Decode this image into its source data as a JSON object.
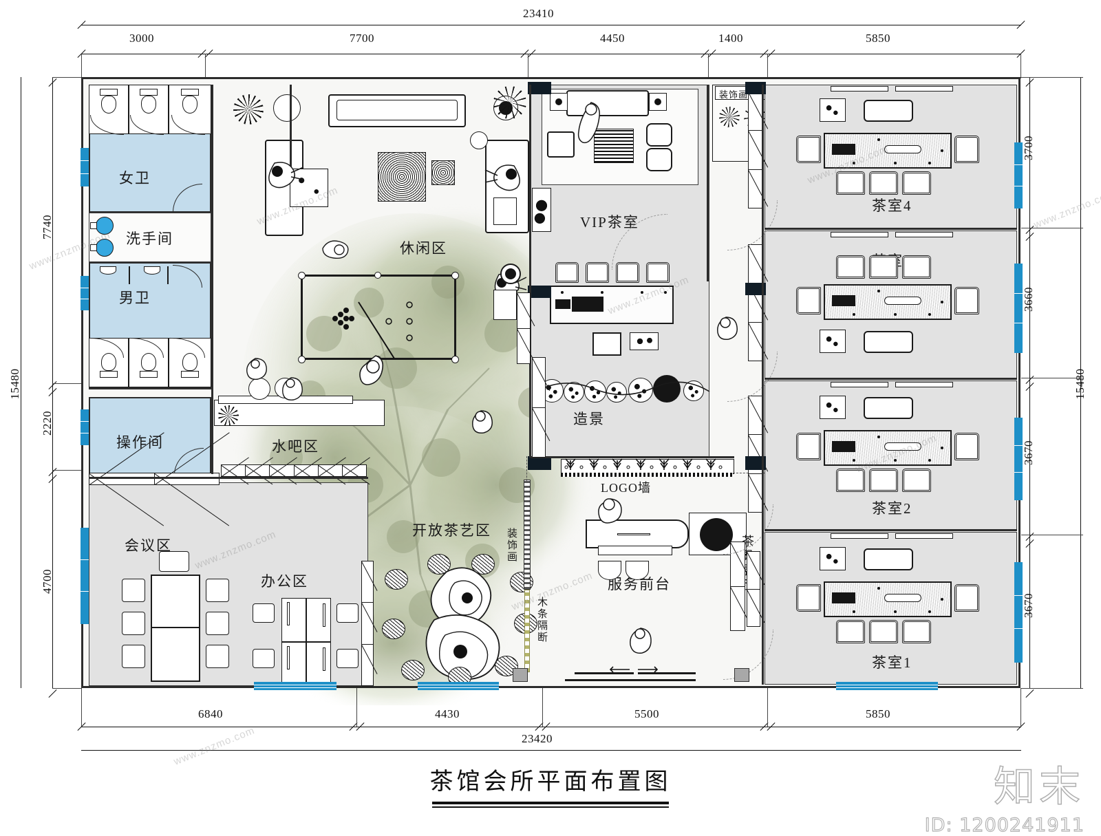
{
  "drawing": {
    "title": "茶馆会所平面布置图",
    "watermark_brand": "知末",
    "watermark_id": "ID: 1200241911",
    "watermark_text": "www.znzmo.com",
    "colors": {
      "wall": "#2c2c2c",
      "column": "#101c26",
      "window_glazing": "#1e90c8",
      "wet_room_fill": "#c3dcec",
      "tea_room_fill": "#e2e2e2",
      "open_floor_fill": "#f7f7f5",
      "canopy_green": "#8a9a6a"
    }
  },
  "dimensions": {
    "top": {
      "overall": "23410",
      "segments": [
        "3000",
        "7700",
        "4450",
        "1400",
        "5850"
      ]
    },
    "bottom": {
      "overall": "23420",
      "segments": [
        "6840",
        "4430",
        "5500",
        "5850"
      ]
    },
    "left": {
      "overall": "15480",
      "segments": [
        "7740",
        "2220",
        "4700"
      ]
    },
    "right": {
      "overall": "15480",
      "segments": [
        "3700",
        "3660",
        "3670",
        "3670"
      ]
    }
  },
  "rooms": [
    {
      "key": "womens_wc",
      "label": "女卫",
      "type": "wet"
    },
    {
      "key": "washroom",
      "label": "洗手间",
      "type": "white"
    },
    {
      "key": "mens_wc",
      "label": "男卫",
      "type": "wet"
    },
    {
      "key": "pantry",
      "label": "操作间",
      "type": "wet"
    },
    {
      "key": "meeting_area",
      "label": "会议区",
      "type": "gray"
    },
    {
      "key": "office_area",
      "label": "办公区",
      "type": "gray"
    },
    {
      "key": "leisure_area",
      "label": "休闲区",
      "type": "open"
    },
    {
      "key": "water_bar",
      "label": "水吧区",
      "type": "open"
    },
    {
      "key": "open_tea_art",
      "label": "开放茶艺区",
      "type": "open"
    },
    {
      "key": "vip_tea_room",
      "label": "VIP茶室",
      "type": "gray"
    },
    {
      "key": "landscaping",
      "label": "造景",
      "type": "feature"
    },
    {
      "key": "logo_wall",
      "label": "LOGO墙",
      "type": "feature"
    },
    {
      "key": "reception",
      "label": "服务前台",
      "type": "feature"
    },
    {
      "key": "tea_room_1",
      "label": "茶室1",
      "type": "gray"
    },
    {
      "key": "tea_room_2",
      "label": "茶室2",
      "type": "gray"
    },
    {
      "key": "tea_room_3",
      "label": "茶室3",
      "type": "gray"
    },
    {
      "key": "tea_room_4",
      "label": "茶室4",
      "type": "gray"
    }
  ],
  "annotations": {
    "decor_painting_top": "装饰画",
    "decor_painting_mid": "装饰画",
    "wood_partition": "木条隔断",
    "teaware_display": "茶具展示"
  },
  "labels": {
    "womens_wc": "女卫",
    "washroom": "洗手间",
    "mens_wc": "男卫",
    "pantry": "操作间",
    "meeting_area": "会议区",
    "office_area": "办公区",
    "leisure_area": "休闲区",
    "water_bar": "水吧区",
    "open_tea_art": "开放茶艺区",
    "vip_tea_room": "VIP茶室",
    "landscaping": "造景",
    "logo_wall": "LOGO墙",
    "reception": "服务前台",
    "tea_room_1": "茶室1",
    "tea_room_2": "茶室2",
    "tea_room_3": "茶室3",
    "tea_room_4": "茶室4"
  },
  "dim_values": {
    "top_overall": "23410",
    "top_1": "3000",
    "top_2": "7700",
    "top_3": "4450",
    "top_4": "1400",
    "top_5": "5850",
    "bot_overall": "23420",
    "bot_1": "6840",
    "bot_2": "4430",
    "bot_3": "5500",
    "bot_4": "5850",
    "left_overall": "15480",
    "left_1": "7740",
    "left_2": "2220",
    "left_3": "4700",
    "right_overall": "15480",
    "right_1": "3700",
    "right_2": "3660",
    "right_3": "3670",
    "right_4": "3670"
  }
}
